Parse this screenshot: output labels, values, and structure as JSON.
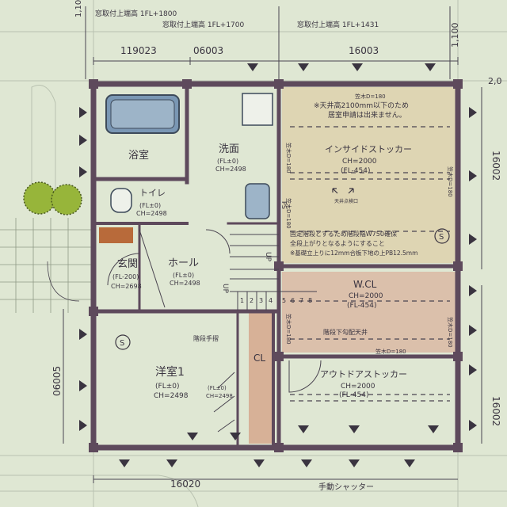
{
  "notes": {
    "sill1": "窓取付上端高 1FL+1800",
    "sill2": "窓取付上端高 1FL+1700",
    "sill3": "窓取付上端高 1FL+1431",
    "ceiling_warn_1": "※天井高2100mm以下のため",
    "ceiling_warn_2": "居室申請は出来ません。",
    "stair_note_1": "固定階段とするため階段幅W750確保",
    "stair_note_2": "全段上がりとなるようにすること",
    "stair_note_3": "※基礎立上りに12mm合板下地の上PB12.5mm",
    "shutter": "手動シャッター"
  },
  "dimensions": {
    "top_left": "119023",
    "top_mid": "06003",
    "top_right": "16003",
    "bottom": "16020",
    "left": "06005",
    "right_top": "16002",
    "right_bottom": "16002",
    "right_edge_top": "1,100",
    "right_edge_far": "2,0",
    "left_edge_top": "1,100"
  },
  "rooms": {
    "bath": {
      "name": "浴室"
    },
    "wash": {
      "name": "洗面",
      "level": "(FL±0)",
      "ceiling": "CH=2498"
    },
    "toilet": {
      "name": "トイレ",
      "level": "(FL±0)",
      "ceiling": "CH=2498"
    },
    "genkan": {
      "name": "玄関",
      "level": "(FL-200)",
      "ceiling": "CH=2698"
    },
    "hall": {
      "name": "ホール",
      "level": "(FL±0)",
      "ceiling": "CH=2498"
    },
    "inside_stocker": {
      "name": "インサイドストッカー",
      "ceiling": "CH=2000",
      "level": "(FL-454)",
      "hatch": "天井点検口"
    },
    "wcl": {
      "name": "W.CL",
      "ceiling": "CH=2000",
      "level": "(FL-454)"
    },
    "outside_stocker": {
      "name": "アウトドアストッカー",
      "ceiling": "CH=2000",
      "level": "(FL-454)"
    },
    "youshitsu": {
      "name": "洋室1",
      "level": "(FL±0)",
      "ceiling": "CH=2498"
    },
    "cl": {
      "name": "CL",
      "level": "(FL±0)",
      "ceiling": "CH=2498"
    }
  },
  "labels": {
    "kasagi_top": "笠木D=180",
    "kasagi_mid": "笠木D=180",
    "kasagi_left": "笠木D=180",
    "kasagi_right": "笠木D=180",
    "kasagi_right2": "笠木D=180",
    "kasagi_w": "笠木D=180",
    "kasagi_w2": "笠木D=180",
    "ps": "PS",
    "up1": "UP",
    "up2": "UP",
    "stair_rail": "階段手摺",
    "stair_ceiling": "階段下勾配天井",
    "steps": [
      "1",
      "2",
      "3",
      "4",
      "5",
      "6",
      "7",
      "8"
    ],
    "sleeve": "S",
    "sleeve2": "S"
  },
  "colors": {
    "background": "#dfe7d3",
    "wall": "#5e4a5c",
    "stocker_fill": "#ded5b3",
    "wcl_fill": "#dbc0ab",
    "cl_fill": "#d7b197",
    "tub": "#7a97b4",
    "entrance_mat": "#b86a3a",
    "plant": "#97b53a"
  }
}
